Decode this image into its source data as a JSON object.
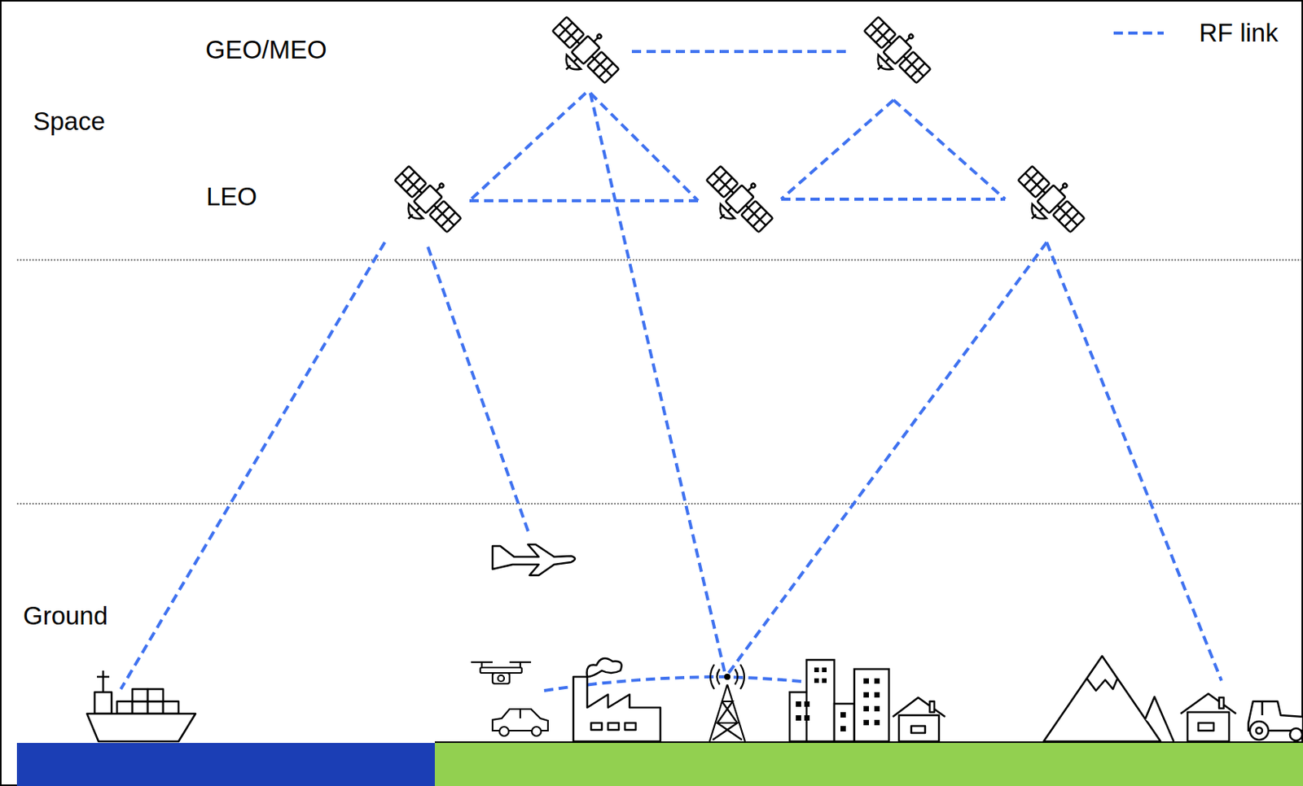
{
  "diagram": {
    "labels": [
      "GEO/MEO",
      "Space",
      "LEO",
      "Ground"
    ],
    "legend": [
      {
        "text": "RF link"
      }
    ]
  }
}
